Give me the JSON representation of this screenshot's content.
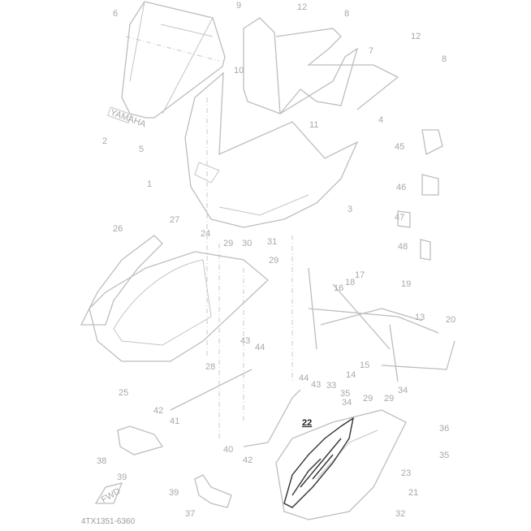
{
  "diagram": {
    "title_code": "4TX1351-6360",
    "fwd_label": "FWD",
    "brand_decal": "YAMAHA",
    "callouts": [
      "6",
      "9",
      "12",
      "8",
      "12",
      "7",
      "8",
      "10",
      "2",
      "5",
      "11",
      "4",
      "45",
      "1",
      "46",
      "3",
      "47",
      "26",
      "27",
      "24",
      "29",
      "30",
      "31",
      "48",
      "29",
      "17",
      "18",
      "16",
      "19",
      "13",
      "20",
      "43",
      "44",
      "28",
      "15",
      "14",
      "25",
      "44",
      "43",
      "33",
      "35",
      "34",
      "29",
      "29",
      "34",
      "42",
      "41",
      "22",
      "36",
      "40",
      "42",
      "35",
      "38",
      "23",
      "39",
      "39",
      "21",
      "37",
      "32"
    ],
    "highlighted_callout": "22"
  }
}
